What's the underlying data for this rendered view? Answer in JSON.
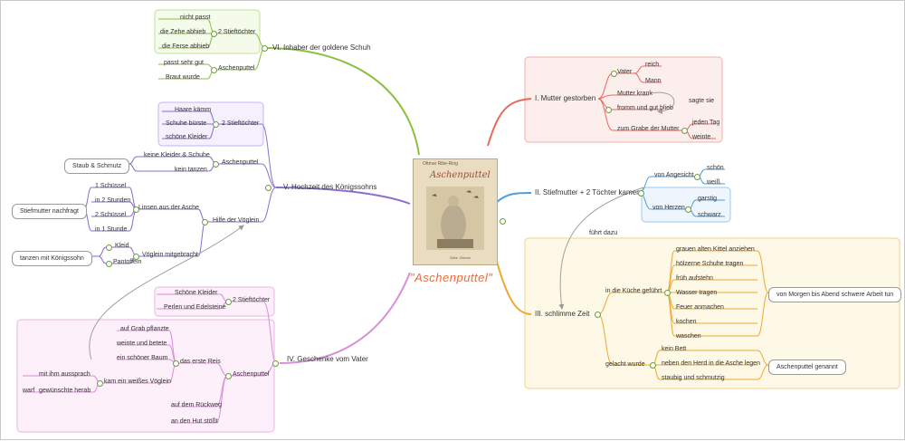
{
  "center": {
    "title": "\"Aschenputtel\"",
    "book_header": "Ottmar Ribe-Ring",
    "book_title": "Aschenputtel",
    "book_footer": "Gebr. Grimm"
  },
  "branch1": {
    "title": "I. Mutter gestorben",
    "vater": "Vater",
    "reich": "reich",
    "mann": "Mann",
    "mutter_krank": "Mutter krank",
    "fromm": "fromm und gut blieb",
    "sagte_sie": "sagte sie",
    "grabe": "zum Grabe der Mutter",
    "jeden_tag": "jeden Tag",
    "weinte": "weinte"
  },
  "branch2": {
    "title": "II. Stiefmutter + 2 Töchter kamen",
    "angesicht": "von Angesicht",
    "schoen": "schön",
    "weiss": "weiß",
    "herzen": "von Herzen",
    "garstig": "garstig",
    "schwarz": "schwarz",
    "fuehrt": "führt dazu"
  },
  "branch3": {
    "title": "III. schlimme Zeit",
    "kueche": "in die Küche geführt",
    "items": [
      "grauen alten Kittel anziehen",
      "hölzerne Schuhe tragen",
      "früh aufstehn",
      "Wasser tragen",
      "Feuer anmachen",
      "kochen",
      "waschen"
    ],
    "morgen": "von Morgen bis Abend schwere Arbeit tun",
    "gelacht": "gelacht wurde",
    "bett": "kein Bett",
    "herd": "neben den Herd in die Asche legen",
    "staubig": "staubig und schmutzig",
    "genannt": "Aschenputtel genannt"
  },
  "branch4": {
    "title": "IV. Geschenke vom Vater",
    "stief": "2 Stieftöchter",
    "kleider": "Schöne Kleider",
    "perlen": "Perlen und Edelsteine",
    "aschen": "Aschenputtel",
    "reis": "das erste Reis",
    "grab": "auf Grab pflanzte",
    "betete": "weinte und betete",
    "baum": "ein schöner Baum",
    "voeglein": "kam ein weißes Vöglein",
    "ausprach": "mit ihm aussprach",
    "warf": "warf",
    "gewuenscht": "gewünschte herab",
    "rueckweg": "auf dem Rückweg",
    "hut": "an den Hut stößt"
  },
  "branch5": {
    "title": "V. Hochzeit des Königssohns",
    "stief": "2 Stieftöchter",
    "haare": "Haare kämm",
    "schuhe": "Schuhe bürste",
    "schoene_kleider": "schöne  Kleider",
    "aschen": "Aschenputtel",
    "keine_kleider": "keine Kleider & Schuhe",
    "kein_tanzen": "kein tanzen",
    "staub": "Staub & Schmutz",
    "hilfe": "Hilfe der Vöglein",
    "linsen": "Linsen aus der Asche",
    "s1": "1 Schüssel",
    "h1": "in 2 Stunden",
    "s2": "2 Schüssel",
    "h2": "in 1 Stunde",
    "stiefmutter": "Stiefmutter nachfragt",
    "voeglein": "Vöglein mitgebracht",
    "kleid": "Kleid",
    "pantoffeln": "Pantoffeln",
    "tanzen": "tanzen mit Königssohn"
  },
  "branch6": {
    "title": "VI. Inhaber der goldene Schuh",
    "stief": "2 Stieftöchter",
    "nicht": "nicht passt",
    "zehe": "die Zehe abhieb",
    "ferse": "die Ferse abhieb",
    "aschen": "Aschenputtel",
    "passt": "passt sehr gut",
    "braut": "Braut wurde"
  },
  "colors": {
    "red": "#e86a5c",
    "blue": "#4a9ee0",
    "orange": "#f0a830",
    "pink": "#d98ed8",
    "purple": "#8a6ed0",
    "green": "#8ac040"
  }
}
